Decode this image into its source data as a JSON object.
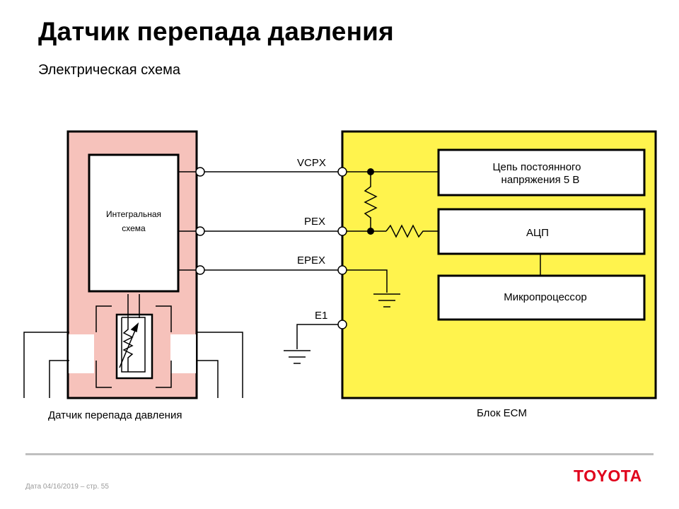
{
  "title": "Датчик перепада давления",
  "subtitle": "Электрическая схема",
  "sensor": {
    "ic_label_line1": "Интегральная",
    "ic_label_line2": "схема",
    "caption": "Датчик перепада давления"
  },
  "ecm": {
    "caption": "Блок ECM",
    "block_const_voltage_line1": "Цепь постоянного",
    "block_const_voltage_line2": "напряжения 5 В",
    "block_adc": "АЦП",
    "block_mcu": "Микропроцессор"
  },
  "terminals": {
    "vcpx": "VCPX",
    "pex": "PEX",
    "epex": "EPEX",
    "e1": "E1"
  },
  "colors": {
    "sensor_fill": "#f6c2bb",
    "ecm_fill": "#fff34d",
    "logo_red": "#e0001b",
    "footer_rule": "#bfbfbf"
  },
  "footer": {
    "meta": "Дата 04/16/2019 – стр.  55",
    "logo": "TOYOTA"
  }
}
